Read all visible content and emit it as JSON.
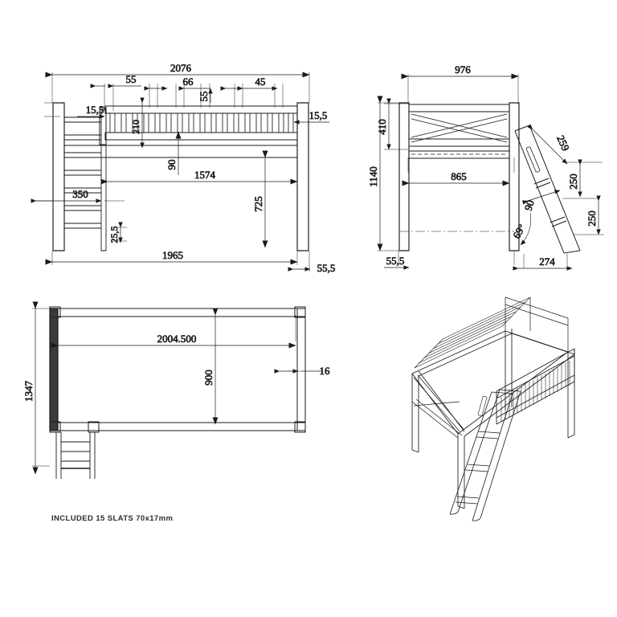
{
  "document": {
    "type": "technical-drawing",
    "sheet_background": "#ffffff",
    "line_color": "#1a1a1a",
    "dimension_text_color": "#1d1d2b",
    "note_text": "INCLUDED 15 SLATS  70x17mm"
  },
  "views": {
    "front": {
      "name": "front-elevation",
      "dimensions": {
        "overall_width": "2076",
        "slat_spacing_a": "55",
        "slat_spacing_b": "66",
        "slat_spacing_c": "55",
        "slat_spacing_d": "45",
        "post_left": "15,5",
        "post_right": "15,5",
        "rail_height": "210",
        "rail_offset": "90",
        "inner_length": "1574",
        "mattress_height": "725",
        "ladder_width": "350",
        "ladder_rail": "25,5",
        "leg_span": "1965",
        "leg_offset": "55,5"
      }
    },
    "side": {
      "name": "side-elevation",
      "dimensions": {
        "overall_depth": "976",
        "guard_height": "410",
        "total_height": "1140",
        "inner_depth": "865",
        "ladder_length": "259",
        "step_spacing_1": "250",
        "step_spacing_2": "250",
        "step_depth": "90",
        "ladder_angle": "69°",
        "foot_offset": "55,5",
        "ladder_projection": "274"
      }
    },
    "plan": {
      "name": "plan-view",
      "dimensions": {
        "overall_depth": "1347",
        "inner_length": "2004.500",
        "inner_width": "900",
        "board_thickness": "16"
      }
    },
    "isometric": {
      "name": "isometric-view",
      "caption": ""
    }
  }
}
